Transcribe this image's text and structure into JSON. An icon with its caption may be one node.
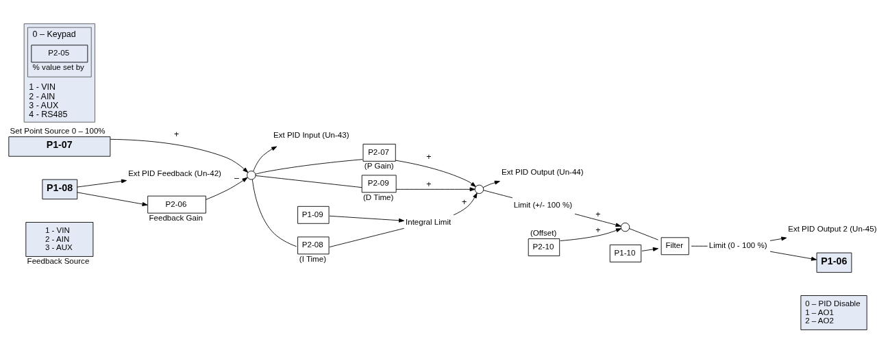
{
  "diagram": {
    "nodes": [
      {
        "text": [
          "Set Point Source 0 – 100%",
          "P1-07"
        ]
      },
      {
        "text": [
          "1 - VIN",
          "2 - AIN",
          "3 - AUX",
          "4 - RS485"
        ]
      },
      {
        "text": [
          "0 – Keypad"
        ],
        "in": 1
      },
      {
        "text": [
          "P2-05"
        ],
        "beside": [
          "% value set by"
        ],
        "in": 2
      },
      {
        "text": [],
        "shape": "circle"
      },
      {
        "text": [
          "Ext PID Input (Un-43)"
        ]
      },
      {
        "text": [
          "P2-07"
        ],
        "beside": [
          "(P Gain)"
        ]
      },
      {
        "text": [
          "P2-08"
        ],
        "beside": [
          "(I Time)"
        ]
      },
      {
        "text": [
          "Integral Limit"
        ]
      },
      {
        "text": [
          "P1-09"
        ]
      },
      {
        "text": [
          "P2-09"
        ],
        "beside": [
          "(D Time)"
        ]
      },
      {
        "text": [],
        "shape": "circle"
      },
      {
        "text": [
          "Ext PID Output (Un-44)"
        ]
      },
      {
        "text": [
          "Limit (+/- 100 %)"
        ]
      },
      {
        "text": [
          "(Offset)",
          "P2-10"
        ]
      },
      {
        "text": [],
        "shape": "circle"
      },
      {
        "text": [
          "Filter"
        ]
      },
      {
        "text": [
          "P1-10"
        ]
      },
      {
        "text": [
          "Limit (0 - 100 %)"
        ]
      },
      {
        "text": [
          "Ext PID Output 2 (Un-45)"
        ]
      },
      {
        "text": [
          "P1-06"
        ]
      },
      {
        "text": [
          "0 – PID Disable",
          "1 – AO1",
          "2 – AO2"
        ]
      },
      {
        "text": [
          "P1-08"
        ]
      },
      {
        "text": [
          "1 - VIN",
          "2 - AIN",
          "3 - AUX"
        ],
        "beside": [
          "Feedback Source"
        ]
      },
      {
        "text": [
          "P2-06"
        ],
        "beside": [
          "Feedback Gain"
        ]
      },
      {
        "text": [
          "Ext PID Feedback (Un-42)"
        ]
      }
    ],
    "edges": [
      {
        "from": 0,
        "to": 4,
        "arrow": "to",
        "label": "+"
      },
      {
        "from": 4,
        "to": 5,
        "arrow": "to"
      },
      {
        "from": 4,
        "to": 6,
        "arrow": "none"
      },
      {
        "from": 4,
        "to": 7,
        "arrow": "none"
      },
      {
        "from": 4,
        "to": 10,
        "arrow": "none"
      },
      {
        "from": 6,
        "to": 11,
        "arrow": "to",
        "label": "+"
      },
      {
        "from": 7,
        "to": 8,
        "arrow": "none"
      },
      {
        "from": 9,
        "to": 8,
        "arrow": "to"
      },
      {
        "from": 8,
        "to": 11,
        "arrow": "to",
        "label": "+"
      },
      {
        "from": 10,
        "to": 11,
        "arrow": "to",
        "label": "+"
      },
      {
        "from": 11,
        "to": 13,
        "arrow": "none"
      },
      {
        "from": 11,
        "to": 12,
        "arrow": "to"
      },
      {
        "from": 13,
        "to": 15,
        "arrow": "to",
        "label": "+"
      },
      {
        "from": 14,
        "to": 15,
        "arrow": "to",
        "label": "+"
      },
      {
        "from": 15,
        "to": 16,
        "arrow": "none"
      },
      {
        "from": 17,
        "to": 16,
        "arrow": "to"
      },
      {
        "from": 16,
        "to": 18,
        "arrow": "none"
      },
      {
        "from": 18,
        "to": 20,
        "arrow": "to"
      },
      {
        "from": 18,
        "to": 19,
        "arrow": "to"
      },
      {
        "from": 22,
        "to": 24,
        "arrow": "to"
      },
      {
        "from": 22,
        "to": 25,
        "arrow": "to"
      },
      {
        "from": 24,
        "to": 4,
        "arrow": "to",
        "label": "–"
      }
    ]
  }
}
